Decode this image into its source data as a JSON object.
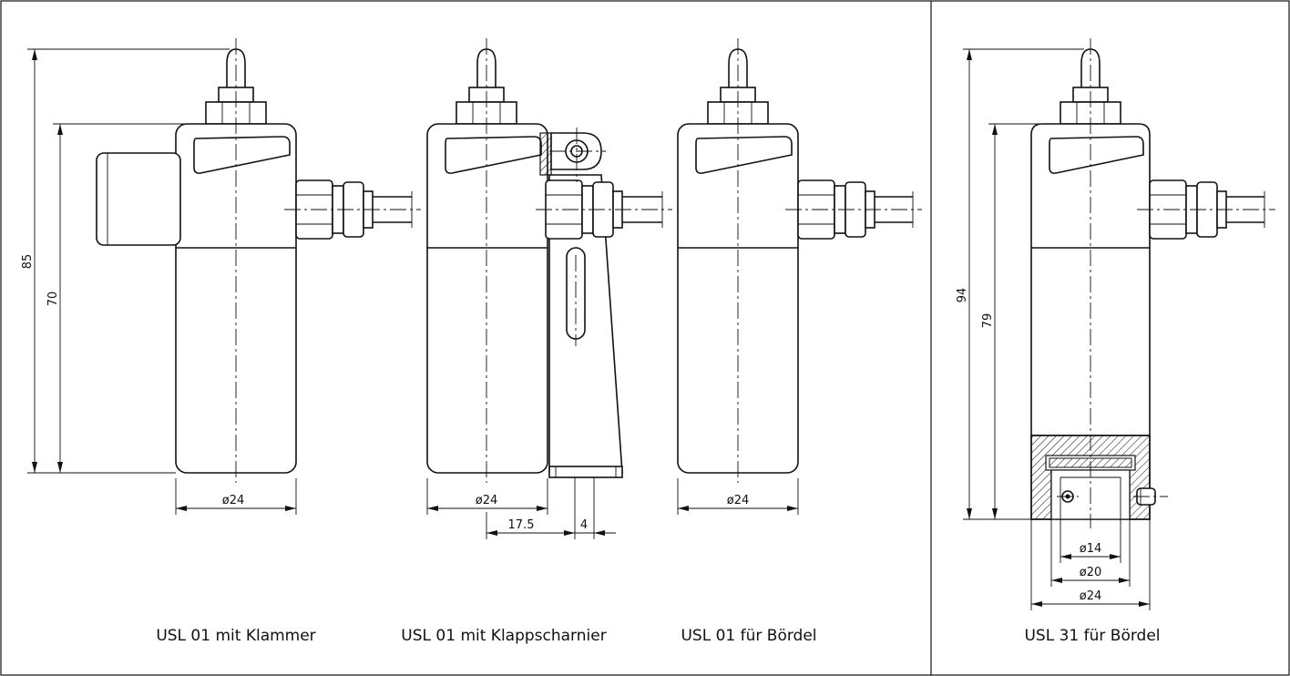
{
  "views": [
    {
      "caption": "USL 01 mit Klammer",
      "dims": {
        "height_total": "85",
        "height_body": "70",
        "diameter": "ø24"
      }
    },
    {
      "caption": "USL 01 mit Klappscharnier",
      "dims": {
        "diameter": "ø24",
        "offset": "17.5",
        "width": "4"
      }
    },
    {
      "caption": "USL 01 für Bördel",
      "dims": {
        "diameter": "ø24"
      }
    },
    {
      "caption": "USL 31 für Bördel",
      "dims": {
        "height_total": "94",
        "height_body": "79",
        "d1": "ø14",
        "d2": "ø20",
        "d3": "ø24"
      }
    }
  ]
}
